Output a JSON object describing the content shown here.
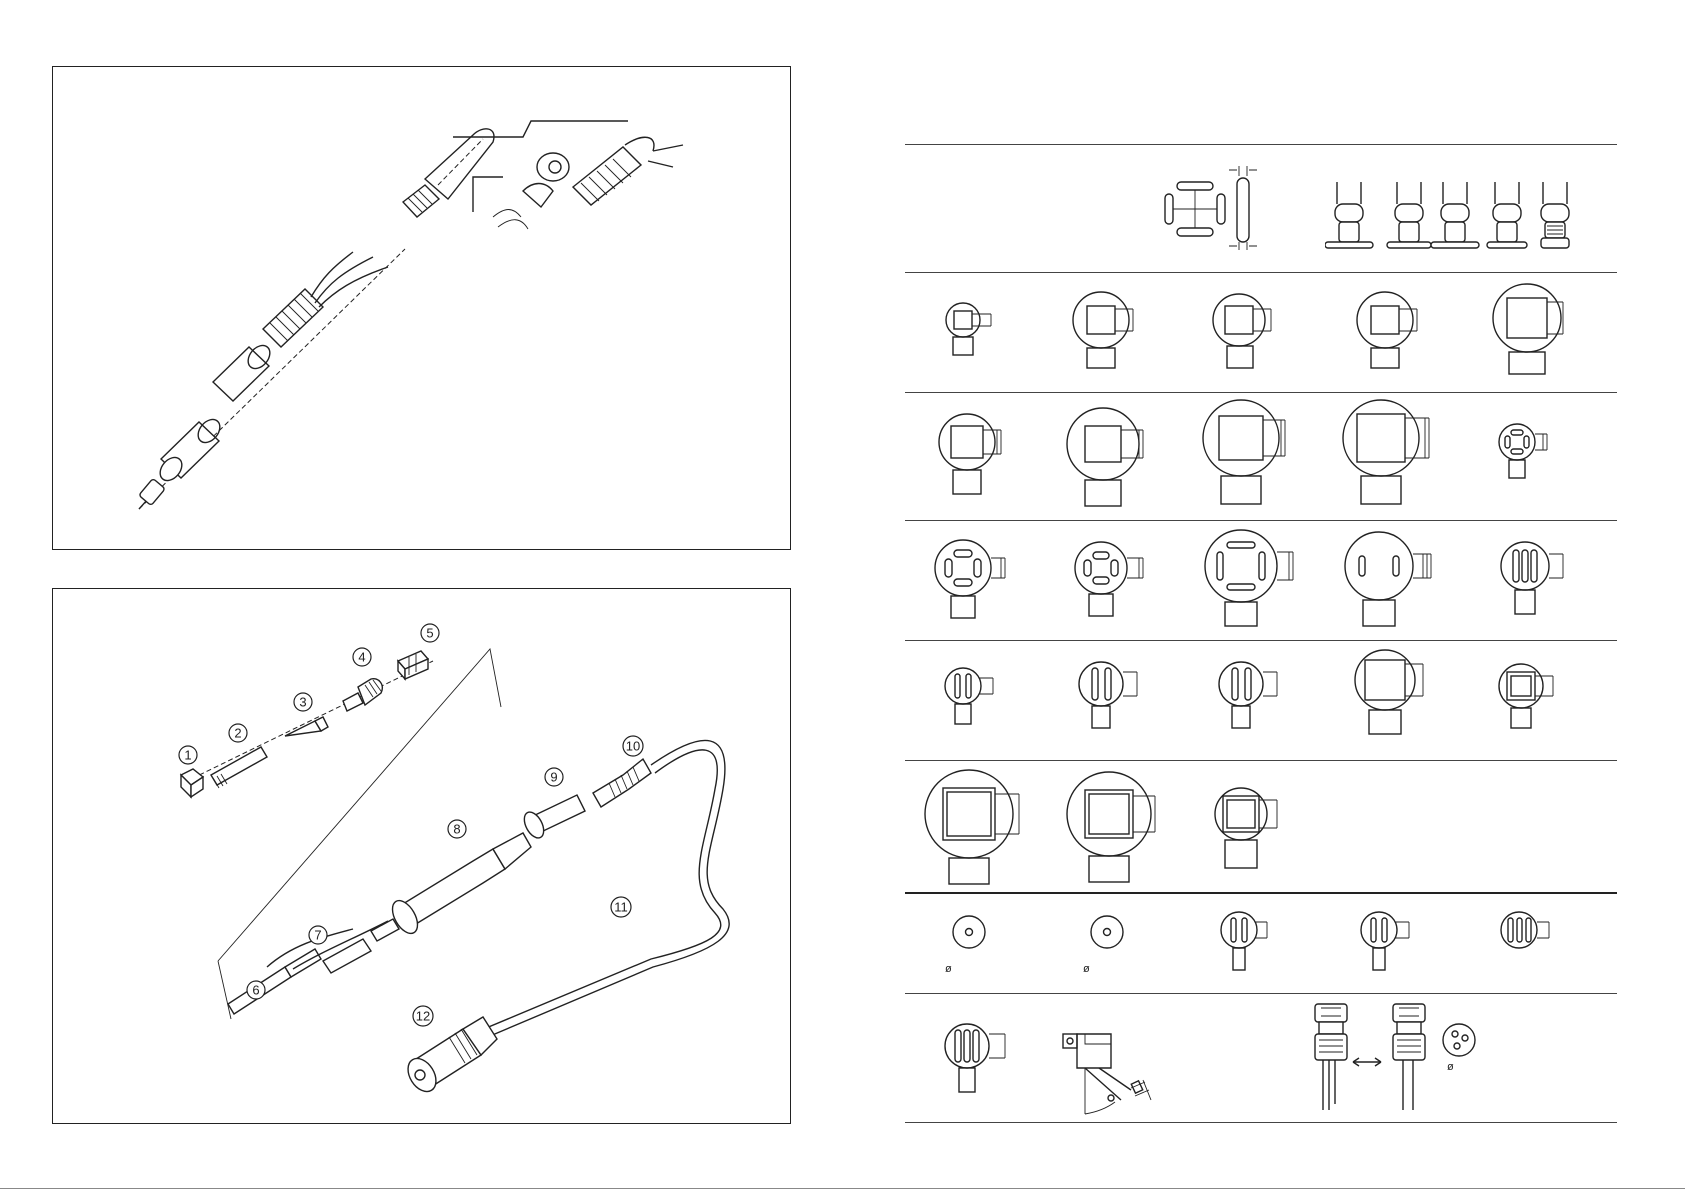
{
  "upper_panel": {
    "name": "handpiece-exploded-view"
  },
  "lower_panel": {
    "name": "soldering-iron-exploded-view",
    "callouts": [
      "1",
      "2",
      "3",
      "4",
      "5",
      "6",
      "7",
      "8",
      "9",
      "10",
      "11",
      "12"
    ]
  },
  "nozzle_table": {
    "rows": 8,
    "dimension_symbols": [
      "ø",
      "ø",
      "ø"
    ]
  }
}
